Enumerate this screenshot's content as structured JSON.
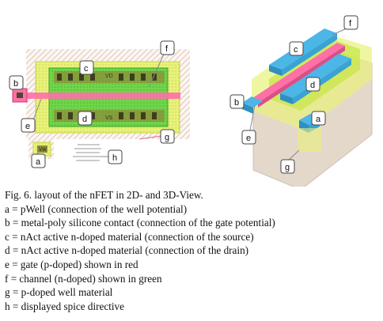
{
  "figure": {
    "left_view": {
      "callouts": [
        "a",
        "b",
        "c",
        "d",
        "e",
        "f",
        "g",
        "h"
      ],
      "layout_labels": {
        "vd": "VD",
        "vs": "VS",
        "vw": "VW"
      }
    },
    "right_view": {
      "callouts": [
        "a",
        "b",
        "c",
        "d",
        "e",
        "f",
        "g"
      ]
    }
  },
  "caption": {
    "title": "Fig. 6.  layout of the nFET in 2D- and 3D-View.",
    "legend": [
      "a = pWell (connection of the well potential)",
      "b = metal-poly silicone contact (connection of the gate potential)",
      "c = nAct active n-doped material (connection of the source)",
      "d = nAct active n-doped material (connection of the drain)",
      "e = gate (p-doped) shown in red",
      "f = channel (n-doped) shown in green",
      "g = p-doped well material",
      "h = displayed spice directive"
    ]
  },
  "colors": {
    "hatch": "#d9b8a8",
    "well": "#e8f27a",
    "active": "#6fd64a",
    "metal": "#7a7a2e",
    "poly": "#ff6fa8",
    "contact_3d": "#4cb6e6",
    "well_3d": "#e0d2c2"
  }
}
